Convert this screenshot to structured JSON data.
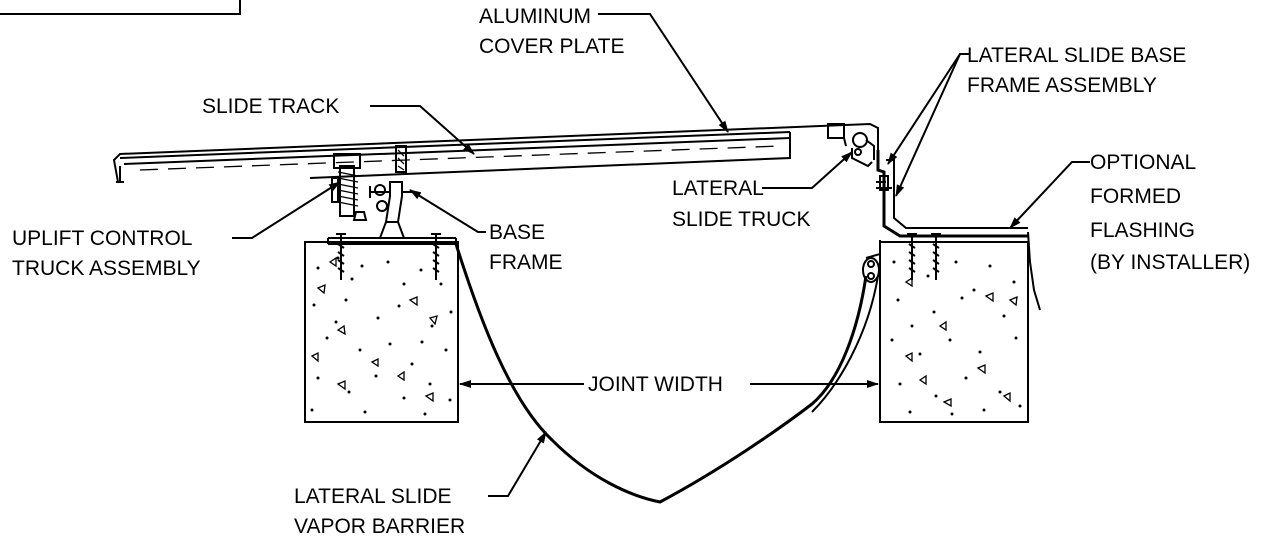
{
  "labels": {
    "aluminum_cover_plate": [
      "ALUMINUM",
      "COVER PLATE"
    ],
    "slide_track": [
      "SLIDE TRACK"
    ],
    "lateral_slide_base_frame_assembly": [
      "LATERAL SLIDE BASE",
      "FRAME ASSEMBLY"
    ],
    "optional_formed_flashing": [
      "OPTIONAL",
      "FORMED",
      "FLASHING",
      "(BY INSTALLER)"
    ],
    "lateral_slide_truck": [
      "LATERAL",
      "SLIDE TRUCK"
    ],
    "base_frame": [
      "BASE",
      "FRAME"
    ],
    "uplift_control_truck_assembly": [
      "UPLIFT CONTROL",
      "TRUCK ASSEMBLY"
    ],
    "joint_width": [
      "JOINT WIDTH"
    ],
    "lateral_slide_vapor_barrier": [
      "LATERAL SLIDE",
      "VAPOR BARRIER"
    ]
  }
}
